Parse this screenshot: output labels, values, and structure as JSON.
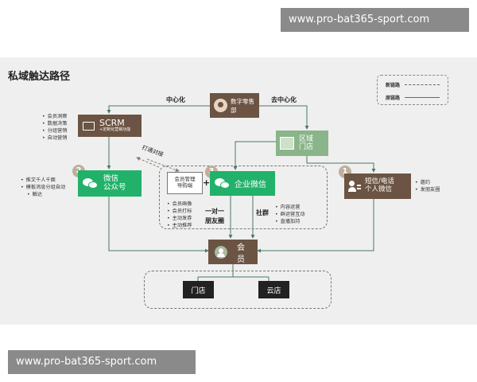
{
  "watermark": "www.pro-bat365-sport.com",
  "title": "私域触达路径",
  "legend": {
    "new": "新链路",
    "old": "原链路"
  },
  "nodes": {
    "retail": "数字零售部",
    "scrm": "SCRM",
    "scrm_sub": "+定制化营销功能",
    "store_line1": "区域",
    "store_line2": "门店",
    "wechat_oa_line1": "微信",
    "wechat_oa_line2": "公众号",
    "member_mgmt_line1": "会员管理",
    "member_mgmt_line2": "导购端",
    "plus": "+",
    "wecom": "企业微信",
    "sms_line1": "短信/电话",
    "sms_line2": "个人微信",
    "member": "会员",
    "offline_store": "门店",
    "cloud_store": "云店"
  },
  "labels": {
    "centralize": "中心化",
    "decentralize": "去中心化",
    "connect": "打通对接",
    "one_to_one_line1": "一对一",
    "one_to_one_line2": "朋友圈",
    "community": "社群"
  },
  "badges": [
    "2",
    "3",
    "1"
  ],
  "lists": {
    "scrm": [
      "会员洞察",
      "数据决策",
      "分组营销",
      "自动营销"
    ],
    "wechat_oa": [
      "推文千人千面",
      "模板消息分组自动",
      "触达"
    ],
    "member_mgmt": [
      "会员画像",
      "会员打标",
      "主动发券",
      "主动推荐"
    ],
    "community": [
      "内容运营",
      "群运营互动",
      "直播加持"
    ],
    "sms": [
      "邀约",
      "发朋友圈"
    ]
  },
  "colors": {
    "brown": "#6b5443",
    "green": "#22b16a",
    "sage": "#8ab489",
    "line": "#4a7a60"
  }
}
